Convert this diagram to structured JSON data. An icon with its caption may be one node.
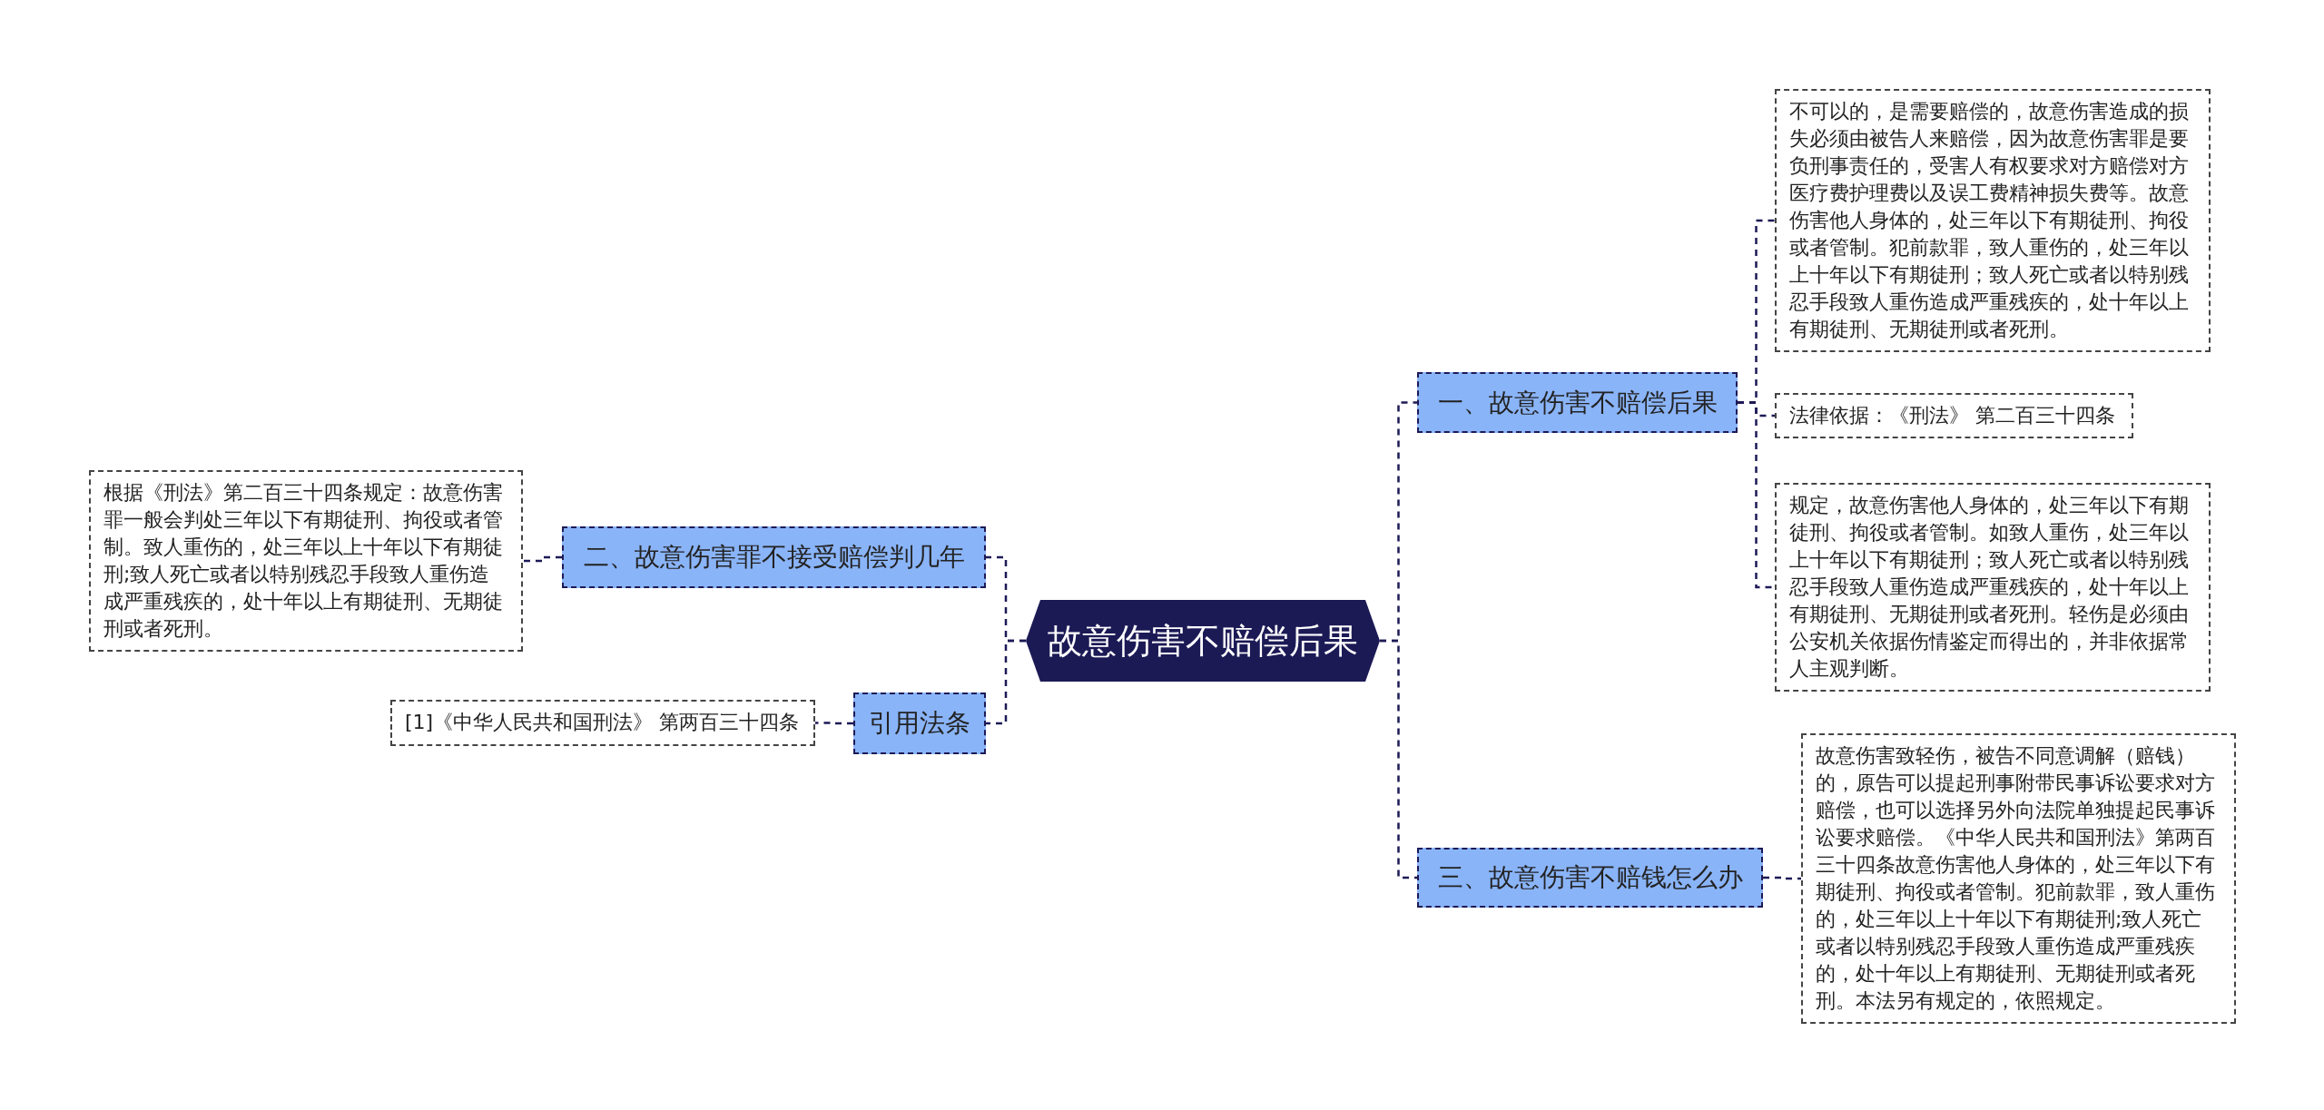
{
  "diagram": {
    "nodes": [
      {
        "text": [
          "故意伤害不赔偿后果"
        ]
      },
      {
        "text": [
          "一、故意伤害不赔偿后果"
        ]
      },
      {
        "text": [
          "不可以的，是需要赔偿的，故意伤害造成的损失必须由被告人来赔偿，因为故意伤害罪是要负刑事责任的，受害人有权要求对方赔偿对方医疗费护理费以及误工费精神损失费等。故意伤害他人身体的，处三年以下有期徒刑、拘役或者管制。犯前款罪，致人重伤的，处三年以上十年以下有期徒刑；致人死亡或者以特别残忍手段致人重伤造成严重残疾的，处十年以上有期徒刑、无期徒刑或者死刑。"
        ]
      },
      {
        "text": [
          "法律依据：《刑法》 第二百三十四条"
        ]
      },
      {
        "text": [
          "规定，故意伤害他人身体的，处三年以下有期徒刑、拘役或者管制。如致人重伤，处三年以上十年以下有期徒刑；致人死亡或者以特别残忍手段致人重伤造成严重残疾的，处十年以上有期徒刑、无期徒刑或者死刑。轻伤是必须由公安机关依据伤情鉴定而得出的，并非依据常人主观判断。"
        ]
      },
      {
        "text": [
          "三、故意伤害不赔钱怎么办"
        ]
      },
      {
        "text": [
          "故意伤害致轻伤，被告不同意调解（赔钱）的，原告可以提起刑事附带民事诉讼要求对方赔偿，也可以选择另外向法院单独提起民事诉讼要求赔偿。《中华人民共和国刑法》第两百三十四条故意伤害他人身体的，处三年以下有期徒刑、拘役或者管制。犯前款罪，致人重伤的，处三年以上十年以下有期徒刑;致人死亡或者以特别残忍手段致人重伤造成严重残疾的，处十年以上有期徒刑、无期徒刑或者死刑。本法另有规定的，依照规定。"
        ]
      },
      {
        "text": [
          "二、故意伤害罪不接受赔偿判几年"
        ]
      },
      {
        "text": [
          "根据《刑法》第二百三十四条规定：故意伤害罪一般会判处三年以下有期徒刑、拘役或者管制。致人重伤的，处三年以上十年以下有期徒刑;致人死亡或者以特别残忍手段致人重伤造成严重残疾的，处十年以上有期徒刑、无期徒刑或者死刑。"
        ]
      },
      {
        "text": [
          "引用法条"
        ]
      },
      {
        "text": [
          "[1]《中华人民共和国刑法》 第两百三十四条"
        ]
      }
    ],
    "edges": [
      {
        "from": 0,
        "to": 1,
        "arrow": "none"
      },
      {
        "from": 1,
        "to": 2,
        "arrow": "none"
      },
      {
        "from": 1,
        "to": 3,
        "arrow": "none"
      },
      {
        "from": 1,
        "to": 4,
        "arrow": "none"
      },
      {
        "from": 0,
        "to": 5,
        "arrow": "none"
      },
      {
        "from": 5,
        "to": 6,
        "arrow": "none"
      },
      {
        "from": 0,
        "to": 7,
        "arrow": "none"
      },
      {
        "from": 7,
        "to": 8,
        "arrow": "none"
      },
      {
        "from": 0,
        "to": 9,
        "arrow": "none"
      },
      {
        "from": 9,
        "to": 10,
        "arrow": "none"
      }
    ]
  }
}
